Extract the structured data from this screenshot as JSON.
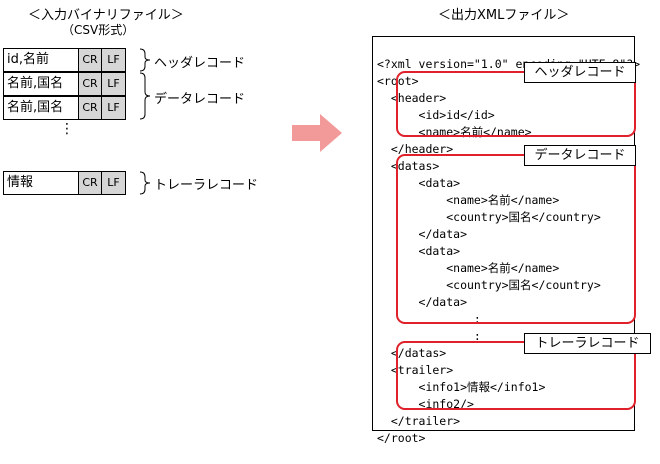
{
  "left": {
    "title": "＜入力バイナリファイル＞",
    "subtitle": "（CSV形式）",
    "rows": [
      {
        "text": "id,名前",
        "cr": "CR",
        "lf": "LF"
      },
      {
        "text": "名前,国名",
        "cr": "CR",
        "lf": "LF"
      },
      {
        "text": "名前,国名",
        "cr": "CR",
        "lf": "LF"
      },
      {
        "text": "情報",
        "cr": "CR",
        "lf": "LF"
      }
    ],
    "dots": "⋮",
    "labels": {
      "header": "ヘッダレコード",
      "data": "データレコード",
      "trailer": "トレーラレコード"
    }
  },
  "arrow_color": "#f29a9a",
  "right": {
    "title": "＜出力XMLファイル＞",
    "lines": [
      "<?xml version=\"1.0\" encoding=\"UTF-8\"?>",
      "<root>",
      "  <header>",
      "      <id>id</id>",
      "      <name>名前</name>",
      "  </header>",
      "  <datas>",
      "      <data>",
      "          <name>名前</name>",
      "          <country>国名</country>",
      "      </data>",
      "      <data>",
      "          <name>名前</name>",
      "          <country>国名</country>",
      "      </data>",
      "              :",
      "              :",
      "  </datas>",
      "  <trailer>",
      "      <info1>情報</info1>",
      "      <info2/>",
      "  </trailer>",
      "</root>"
    ],
    "tags": {
      "header": "ヘッダレコード",
      "data": "データレコード",
      "trailer": "トレーラレコード"
    },
    "highlight_color": "#e0202a"
  }
}
